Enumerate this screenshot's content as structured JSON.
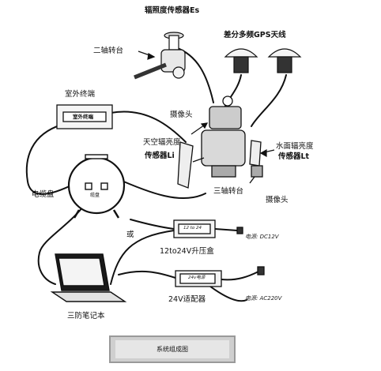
{
  "labels": {
    "irradiance_sensor_es": "辐照度传感器Es",
    "two_axis_turntable": "二轴转台",
    "differential_gps": "差分多频GPS天线",
    "outdoor_terminal": "室外终端",
    "outdoor_terminal_box": "室外终端",
    "camera_top": "摄像头",
    "sky_radiance_sensor_line1": "天空辐亮度",
    "sky_radiance_sensor_line2": "传感器Li",
    "water_radiance_sensor_line1": "水面辐亮度",
    "water_radiance_sensor_line2": "传感器Lt",
    "three_axis_turntable": "三轴转台",
    "camera_bottom": "摄像头",
    "cable_reel": "电缆盘",
    "cable_reel_face": "缆盘",
    "or": "或",
    "boost_box": "12to24V升压盒",
    "boost_box_face": "12 to 24",
    "power_dc": "电源: DC12V",
    "adapter": "24V适配器",
    "adapter_face": "24v电源",
    "power_ac": "电源: AC220V",
    "laptop": "三防笔记本",
    "caption": "系统组成图"
  },
  "colors": {
    "line": "#111111",
    "caption_bg": "#cfcfcf"
  }
}
